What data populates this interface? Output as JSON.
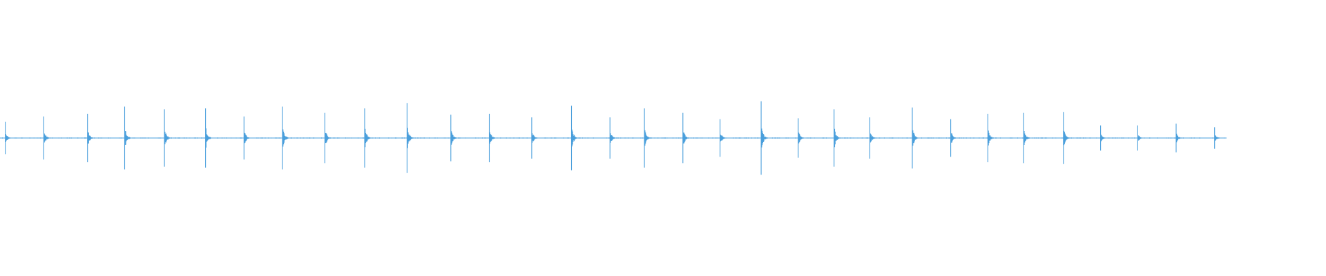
{
  "waveform": {
    "color": "#4a9fdc",
    "background": "#ffffff",
    "baseline_level": 0.0,
    "duration_fraction": 0.925,
    "transients": [
      {
        "t": 0.004,
        "amp": 0.36
      },
      {
        "t": 0.033,
        "amp": 0.48
      },
      {
        "t": 0.066,
        "amp": 0.54
      },
      {
        "t": 0.094,
        "amp": 0.7
      },
      {
        "t": 0.124,
        "amp": 0.64
      },
      {
        "t": 0.155,
        "amp": 0.66
      },
      {
        "t": 0.184,
        "amp": 0.48
      },
      {
        "t": 0.213,
        "amp": 0.7
      },
      {
        "t": 0.245,
        "amp": 0.56
      },
      {
        "t": 0.275,
        "amp": 0.66
      },
      {
        "t": 0.307,
        "amp": 0.78
      },
      {
        "t": 0.34,
        "amp": 0.52
      },
      {
        "t": 0.369,
        "amp": 0.54
      },
      {
        "t": 0.401,
        "amp": 0.46
      },
      {
        "t": 0.431,
        "amp": 0.72
      },
      {
        "t": 0.46,
        "amp": 0.46
      },
      {
        "t": 0.486,
        "amp": 0.66
      },
      {
        "t": 0.515,
        "amp": 0.56
      },
      {
        "t": 0.543,
        "amp": 0.42
      },
      {
        "t": 0.574,
        "amp": 0.82
      },
      {
        "t": 0.602,
        "amp": 0.44
      },
      {
        "t": 0.629,
        "amp": 0.64
      },
      {
        "t": 0.656,
        "amp": 0.46
      },
      {
        "t": 0.688,
        "amp": 0.68
      },
      {
        "t": 0.717,
        "amp": 0.42
      },
      {
        "t": 0.745,
        "amp": 0.54
      },
      {
        "t": 0.772,
        "amp": 0.56
      },
      {
        "t": 0.802,
        "amp": 0.58
      },
      {
        "t": 0.83,
        "amp": 0.28
      },
      {
        "t": 0.858,
        "amp": 0.28
      },
      {
        "t": 0.887,
        "amp": 0.32
      },
      {
        "t": 0.916,
        "amp": 0.24
      }
    ]
  }
}
